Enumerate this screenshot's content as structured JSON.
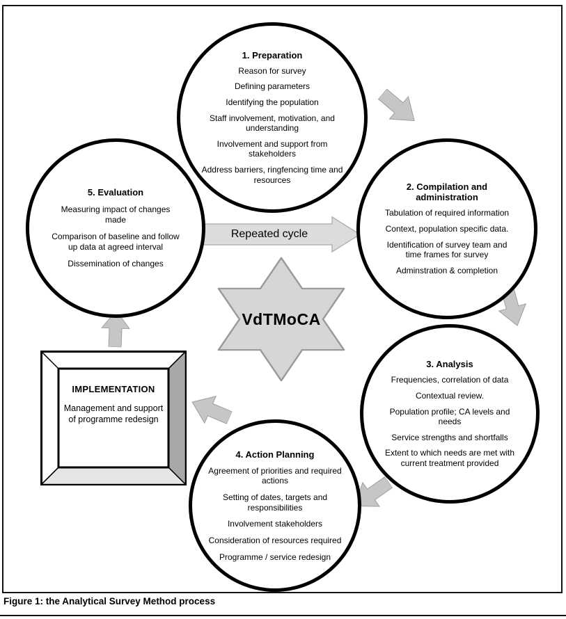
{
  "figure": {
    "caption": "Figure 1: the Analytical Survey Method process"
  },
  "center": {
    "label": "VdTMoCA"
  },
  "cycle_arrow": {
    "label": "Repeated cycle"
  },
  "implementation": {
    "title": "IMPLEMENTATION",
    "description": "Management and support of programme redesign"
  },
  "circles": [
    {
      "title": "1. Preparation",
      "items": [
        "Reason for survey",
        "Defining parameters",
        "Identifying the population",
        "Staff involvement, motivation, and understanding",
        "Involvement and support from stakeholders",
        "Address barriers, ringfencing time and resources"
      ]
    },
    {
      "title": "2. Compilation and administration",
      "items": [
        "Tabulation of required information",
        "Context, population specific data.",
        "Identification of survey team and time frames for survey",
        "Adminstration & completion"
      ]
    },
    {
      "title": "3. Analysis",
      "items": [
        "Frequencies, correlation of data",
        "Contextual review.",
        "Population profile; CA levels and needs",
        "Service strengths and shortfalls",
        "Extent to which needs are met with current treatment provided"
      ]
    },
    {
      "title": "4. Action Planning",
      "items": [
        "Agreement of priorities and required actions",
        "Setting of dates, targets and responsibilities",
        "Involvement stakeholders",
        "Consideration of resources required",
        "Programme / service redesign"
      ]
    },
    {
      "title": "5. Evaluation",
      "items": [
        "Measuring impact of changes made",
        "Comparison of baseline and follow up data at agreed interval",
        "Dissemination of changes"
      ]
    }
  ],
  "icons": {
    "flow_arrow": "gray-block-arrow",
    "cycle_arrow": "gray-block-arrow-right",
    "center_star": "six-point-star"
  },
  "colors": {
    "circle_border": "#000000",
    "star_fill": "#d6d6d6",
    "star_stroke": "#9a9a9a",
    "flow_arrow_fill": "#c6c6c6",
    "cycle_arrow_fill": "#dcdcdc",
    "frame_shade": "#a8a8a8"
  }
}
